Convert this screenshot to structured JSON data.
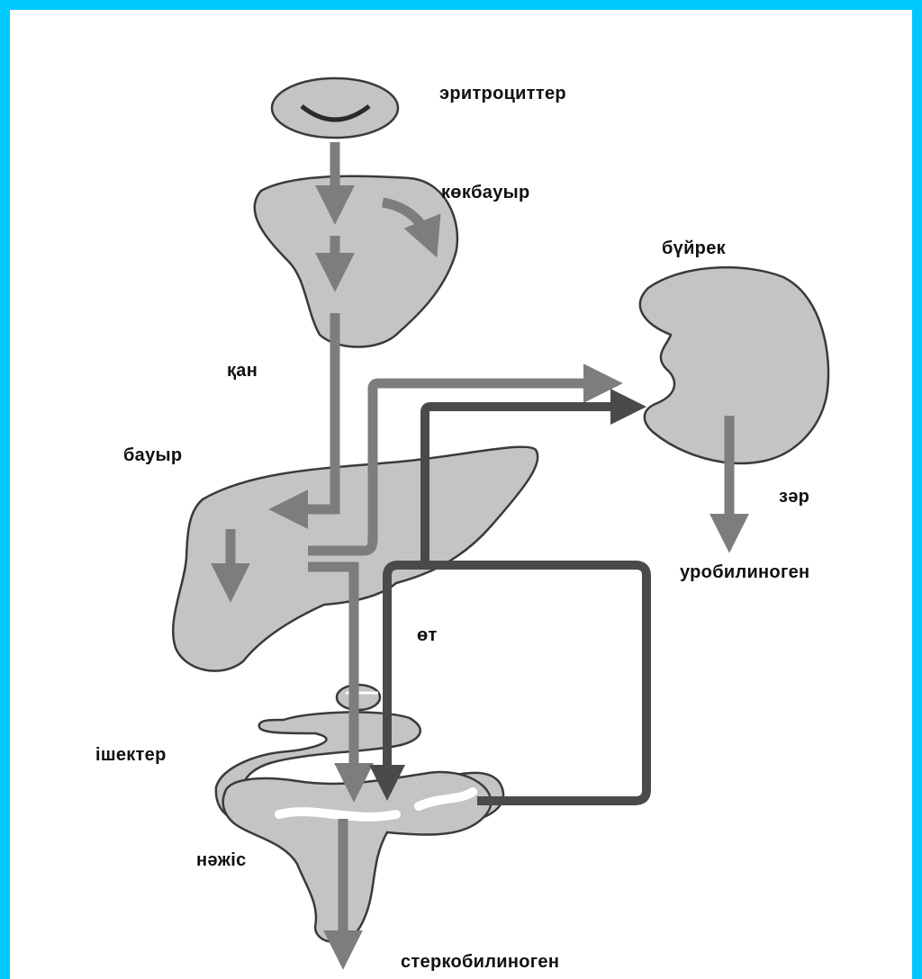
{
  "diagram": {
    "labels": {
      "erythrocytes": "эритроциттер",
      "spleen": "көкбауыр",
      "kidney": "бүйрек",
      "blood": "қан",
      "liver": "бауыр",
      "urine": "зәр",
      "urobilinogen": "уробилиноген",
      "bile": "өт",
      "intestines": "ішектер",
      "feces": "нәжіс",
      "stercobilinogen": "стеркобилиноген"
    },
    "colors": {
      "frame": "#00C8FF",
      "organ_fill": "#c4c4c4",
      "arrow_light": "#7d7d7d",
      "arrow_dark": "#4a4a4a"
    }
  }
}
